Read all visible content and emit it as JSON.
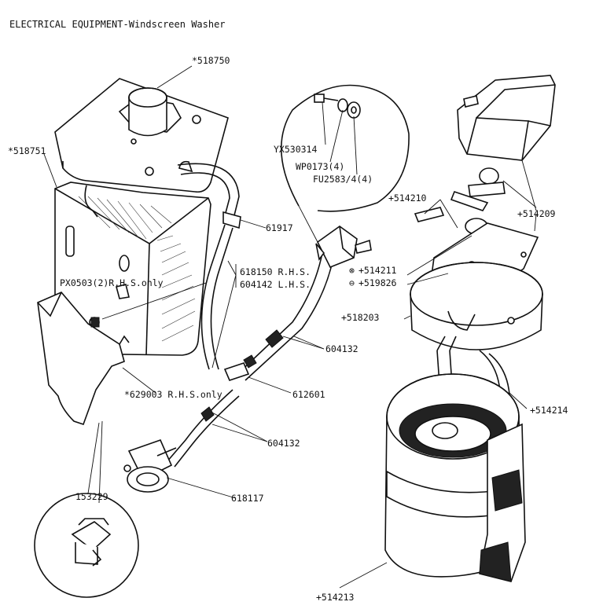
{
  "title": "ELECTRICAL EQUIPMENT-Windscreen Washer",
  "labels": {
    "l518750": "*518750",
    "l518751": "*518751",
    "lYX530314": "YX530314",
    "lWP0173": "WP0173(4)",
    "lFU2583": "FU2583/4(4)",
    "l61917": "61917",
    "l618150": "618150 R.H.S.",
    "l604142": "604142 L.H.S.",
    "lPX0503": "PX0503(2)R.H.S.only",
    "l514211": "+514211",
    "l519826": "+519826",
    "l514210": "+514210",
    "l514209": "+514209",
    "l518203": "+518203",
    "l604132a": "604132",
    "l629003": "*629003 R.H.S.only",
    "l612601": "612601",
    "l604132b": "604132",
    "l514214": "+514214",
    "l153229": "153229",
    "l618117": "618117",
    "l514213": "+514213"
  },
  "legend_marks": {
    "m514211": "⊗",
    "m519826": "⊖"
  }
}
